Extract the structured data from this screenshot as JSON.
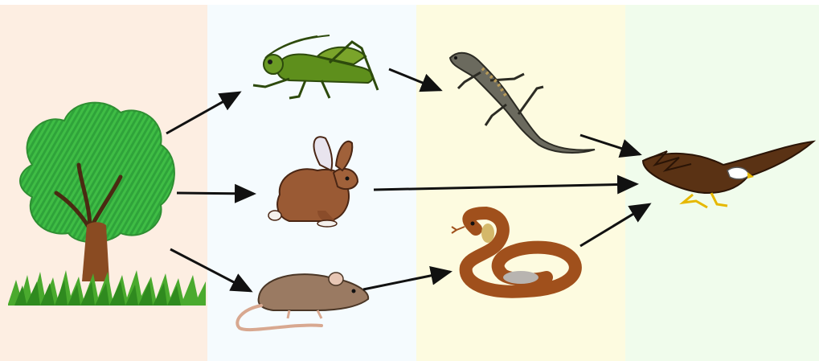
{
  "caption": "",
  "colors": {
    "producer_band": "#fdeee2",
    "primary_band": "#f5fbfe",
    "secondary_band": "#fdfbe0",
    "tertiary_band": "#f0fcec",
    "arrow": "#111111"
  },
  "organisms": [
    {
      "id": "tree",
      "icon": "tree-icon"
    },
    {
      "id": "grasshopper",
      "icon": "grasshopper-icon"
    },
    {
      "id": "rabbit",
      "icon": "rabbit-icon"
    },
    {
      "id": "mouse",
      "icon": "mouse-icon"
    },
    {
      "id": "lizard",
      "icon": "lizard-icon"
    },
    {
      "id": "snake",
      "icon": "snake-icon"
    },
    {
      "id": "eagle",
      "icon": "eagle-icon"
    }
  ],
  "links": [
    {
      "from": "tree",
      "to": "grasshopper"
    },
    {
      "from": "tree",
      "to": "rabbit"
    },
    {
      "from": "tree",
      "to": "mouse"
    },
    {
      "from": "grasshopper",
      "to": "lizard"
    },
    {
      "from": "rabbit",
      "to": "eagle"
    },
    {
      "from": "mouse",
      "to": "snake"
    },
    {
      "from": "lizard",
      "to": "eagle"
    },
    {
      "from": "snake",
      "to": "eagle"
    }
  ]
}
